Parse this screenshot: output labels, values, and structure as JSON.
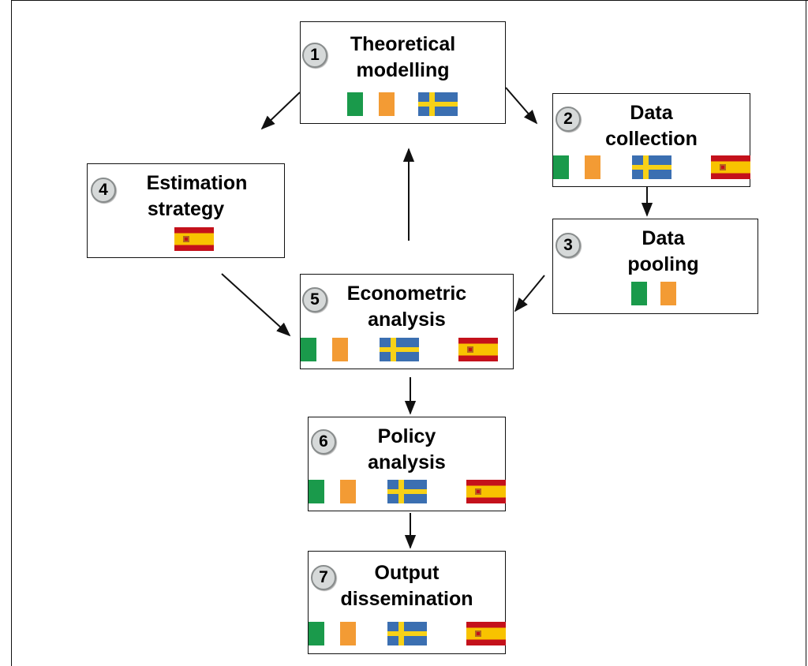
{
  "steps": [
    {
      "number": "1",
      "line1": "Theoretical",
      "line2": "modelling",
      "flags": [
        "green",
        "orange",
        "sweden"
      ]
    },
    {
      "number": "2",
      "line1": "Data",
      "line2": "collection",
      "flags": [
        "green",
        "orange",
        "sweden",
        "spain"
      ]
    },
    {
      "number": "3",
      "line1": "Data",
      "line2": "pooling",
      "flags": [
        "green",
        "orange"
      ]
    },
    {
      "number": "4",
      "line1": "Estimation",
      "line2": "strategy",
      "flags": [
        "spain"
      ]
    },
    {
      "number": "5",
      "line1": "Econometric",
      "line2": "analysis",
      "flags": [
        "green",
        "orange",
        "sweden",
        "spain"
      ]
    },
    {
      "number": "6",
      "line1": "Policy",
      "line2": "analysis",
      "flags": [
        "green",
        "orange",
        "sweden",
        "spain"
      ]
    },
    {
      "number": "7",
      "line1": "Output",
      "line2": "dissemination",
      "flags": [
        "green",
        "orange",
        "sweden",
        "spain"
      ]
    }
  ],
  "colors": {
    "green": "#1a9a4b",
    "orange": "#f39b34",
    "sweden_blue": "#3b6fb1",
    "sweden_yellow": "#f7d117",
    "spain_red": "#c4111b",
    "spain_yellow": "#f8c300"
  }
}
